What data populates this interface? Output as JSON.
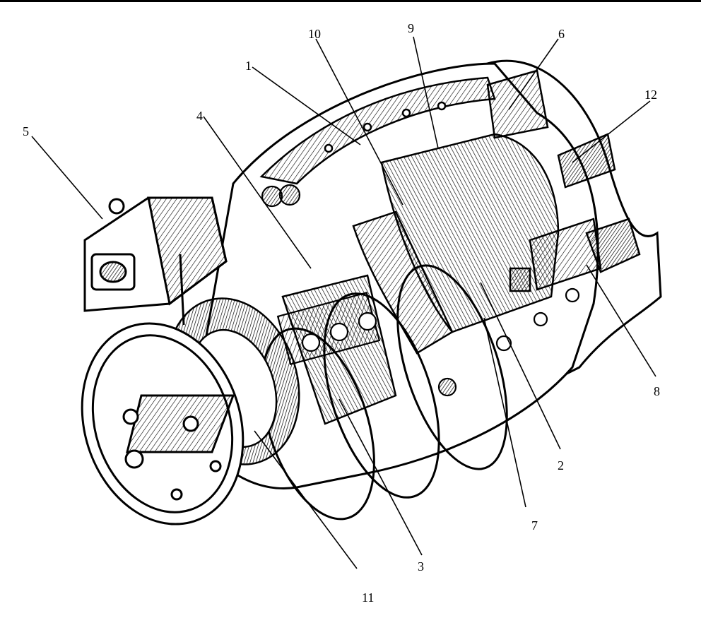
{
  "figure": {
    "subject": "cutaway-electric-machine",
    "labels": {
      "l1": "1",
      "l2": "2",
      "l3": "3",
      "l4": "4",
      "l5": "5",
      "l6": "6",
      "l7": "7",
      "l8": "8",
      "l9": "9",
      "l10": "10",
      "l11": "11",
      "l12": "12"
    }
  }
}
